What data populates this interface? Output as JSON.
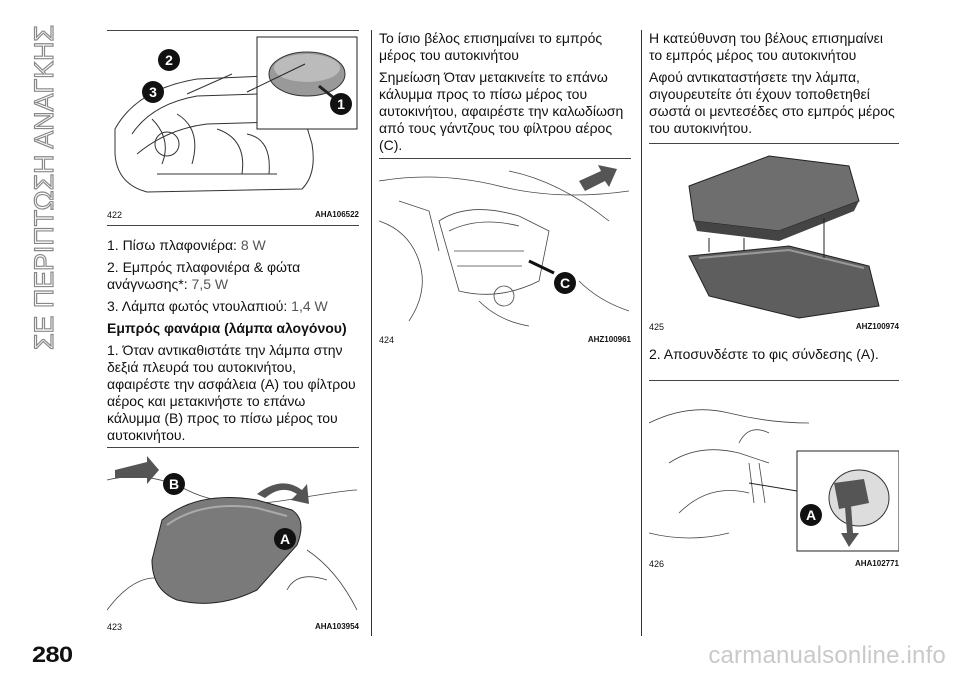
{
  "section_title": "ΣΕ ΠΕΡΙΠΤΩΣΗ ΑΝΑΓΚΗΣ",
  "page_number": "280",
  "watermark": "carmanualsonline.info",
  "col1": {
    "fig422": {
      "num": "422",
      "code": "AHA106522",
      "callouts": [
        "2",
        "3",
        "1"
      ]
    },
    "items": [
      {
        "label": "1. Πίσω πλαφονιέρα:",
        "value": "8 W"
      },
      {
        "label": "2. Εμπρός πλαφονιέρα & φώτα ανάγνωσης*:",
        "value": "7,5 W"
      },
      {
        "label": "3. Λάμπα φωτός ντουλαπιού:",
        "value": "1,4 W"
      }
    ],
    "heading": "Εμπρός φανάρια (λάμπα αλογόνου)",
    "step1": "1. Όταν αντικαθιστάτε την λάμπα στην δεξιά πλευρά του αυτοκινήτου, αφαιρέστε την ασφάλεια (A) του φίλτρου αέρος και μετακινήστε το επάνω κάλυμμα (B) προς το πίσω μέρος του αυτοκινήτου.",
    "fig423": {
      "num": "423",
      "code": "AHA103954",
      "callouts": [
        "B",
        "A"
      ]
    }
  },
  "col2": {
    "para1": "Το ίσιο βέλος επισημαίνει το εμπρός μέρος του αυτοκινήτου",
    "para2": "Σημείωση Όταν μετακινείτε το επάνω κάλυμμα προς το πίσω μέρος του αυτοκινήτου, αφαιρέστε την καλωδίωση από τους γάντζους του φίλτρου αέρος (C).",
    "fig424": {
      "num": "424",
      "code": "AHZ100961",
      "callouts": [
        "C"
      ]
    }
  },
  "col3": {
    "para1": "Η κατεύθυνση του βέλους επισημαίνει το εμπρός μέρος του αυτοκινήτου",
    "para2": "Αφού αντικαταστήσετε την λάμπα, σιγουρευτείτε ότι έχουν τοποθετηθεί σωστά οι μεντεσέδες στο εμπρός μέρος του αυτοκινήτου.",
    "fig425": {
      "num": "425",
      "code": "AHZ100974"
    },
    "step2": "2. Αποσυνδέστε το φις σύνδεσης (A).",
    "fig426": {
      "num": "426",
      "code": "AHA102771",
      "callouts": [
        "A"
      ]
    }
  }
}
